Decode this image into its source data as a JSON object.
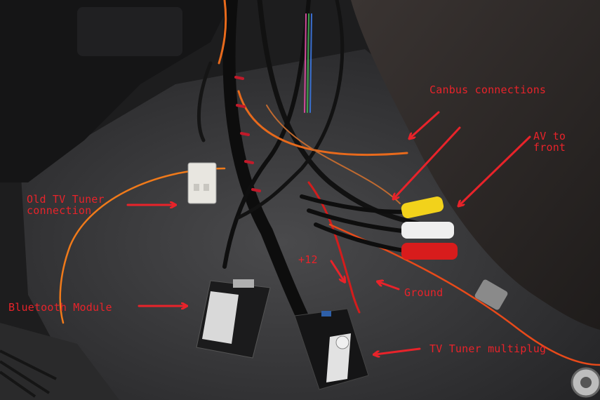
{
  "photo": {
    "labels": {
      "canbus": "Canbus connections",
      "av_line1": "AV to",
      "av_line2": "front",
      "old_tv_line1": "Old TV Tuner",
      "old_tv_line2": "connection",
      "plus12": "+12",
      "ground": "Ground",
      "bluetooth": "Bluetooth Module",
      "tv_multiplug": "TV Tuner multiplug"
    },
    "colors": {
      "annotation": "#e8232a",
      "carpet": "#3a3a3c",
      "seat": "#2e2a28",
      "rca_yellow": "#f2d21b",
      "rca_white": "#efefef",
      "rca_red": "#d81c1c"
    }
  }
}
